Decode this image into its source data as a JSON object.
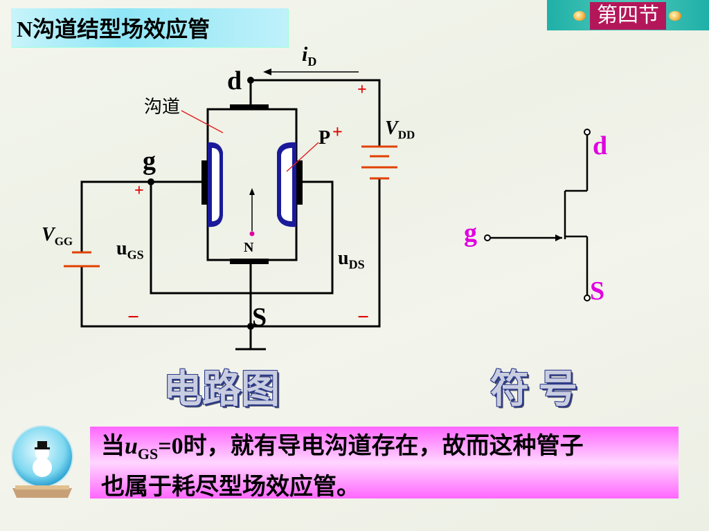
{
  "header": {
    "title": "N沟道结型场效应管",
    "section": "第四节"
  },
  "circuit": {
    "drain": "d",
    "gate": "g",
    "source": "S",
    "id_base": "i",
    "id_sub": "D",
    "vdd_base": "V",
    "vdd_sub": "DD",
    "vgg_base": "V",
    "vgg_sub": "GG",
    "ugs_base": "u",
    "ugs_sub": "GS",
    "uds_base": "u",
    "uds_sub": "DS",
    "channel_label": "沟道",
    "p_region": "P",
    "n_region": "N",
    "plus": "+",
    "minus": "−"
  },
  "symbol": {
    "drain": "d",
    "gate": "g",
    "source": "S"
  },
  "labels": {
    "circuit_diagram": "电路图",
    "symbol": "符号"
  },
  "caption": {
    "pre": "当",
    "u": "u",
    "sub": "GS",
    "eq": "=0时，就有导电沟道存在，故而这种管子",
    "line2": "也属于耗尽型场效应管。"
  },
  "colors": {
    "wire": "#000000",
    "gate_blue": "#1a1a9a",
    "red": "#e00000",
    "magenta": "#e000e0",
    "title_bg": "#8fe6f6",
    "caption_bg": "#ff66ff"
  }
}
